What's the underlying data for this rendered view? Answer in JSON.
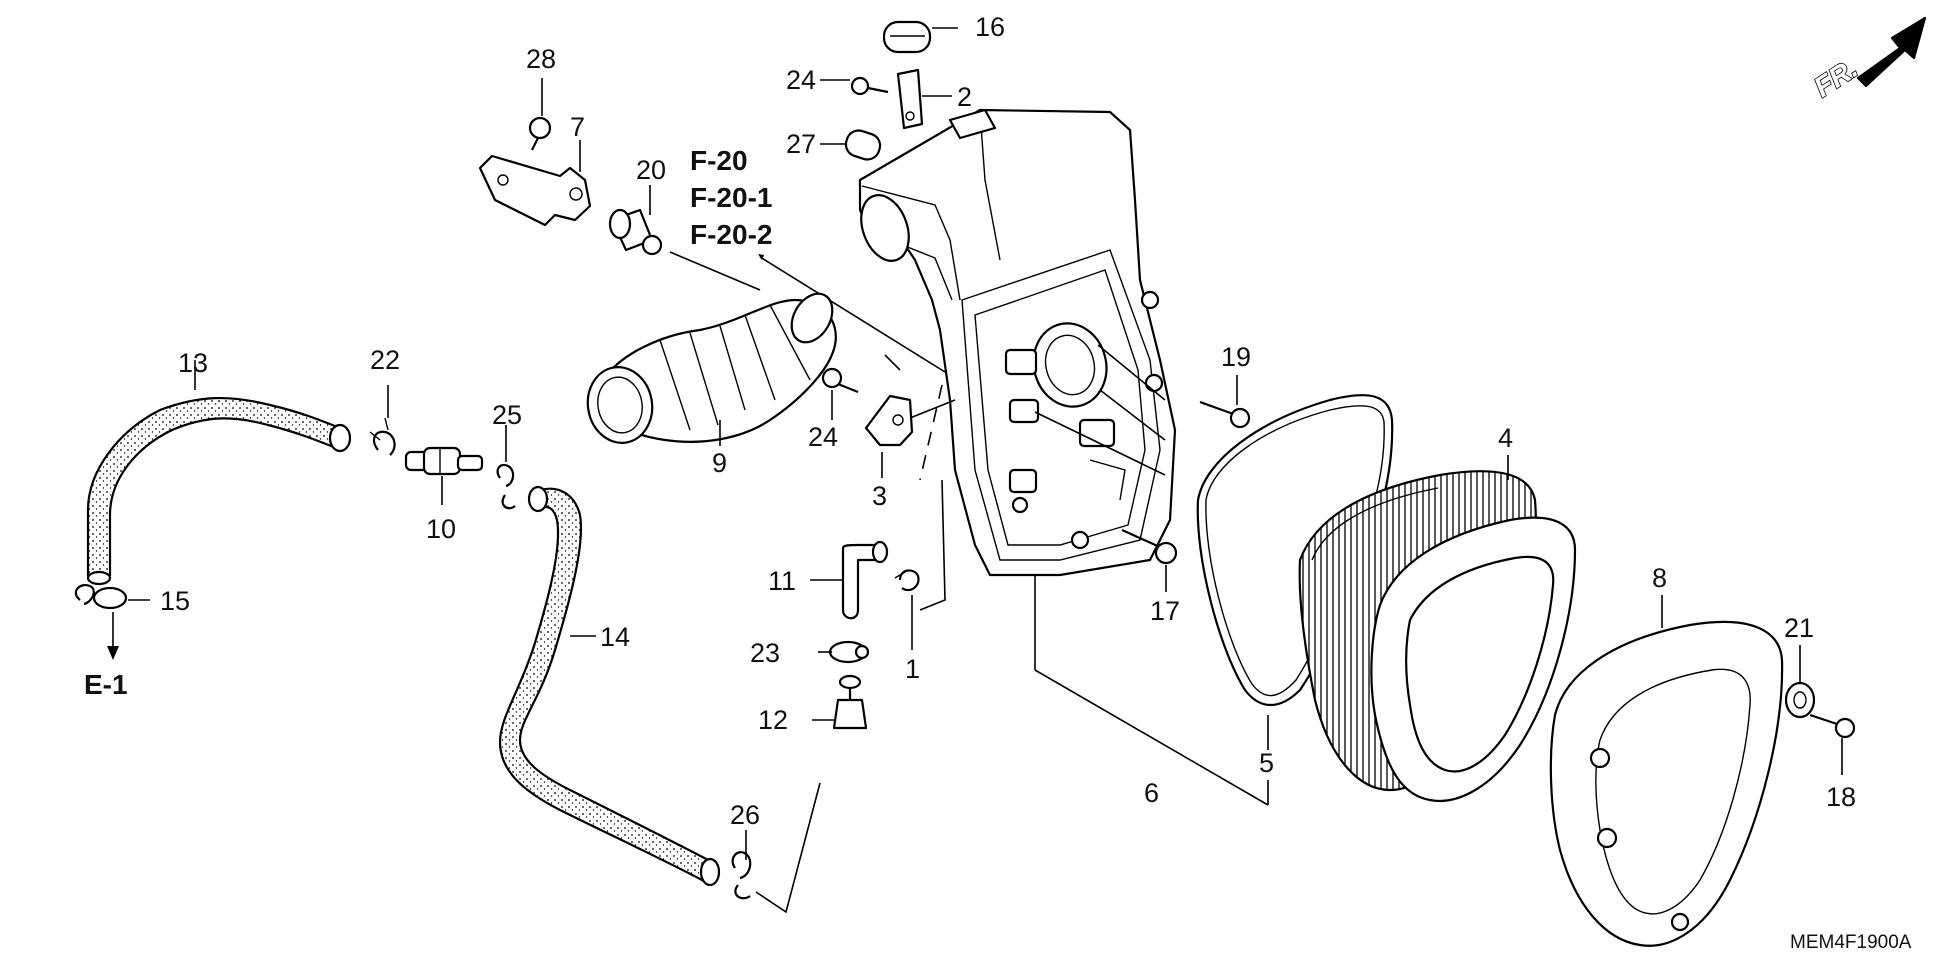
{
  "diagram": {
    "code": "MEM4F1900A",
    "front_marker": "FR.",
    "references": {
      "f20": "F-20",
      "f20_1": "F-20-1",
      "f20_2": "F-20-2",
      "e1": "E-1"
    },
    "callouts": {
      "c1": "1",
      "c2": "2",
      "c3": "3",
      "c4": "4",
      "c5": "5",
      "c6": "6",
      "c7": "7",
      "c8": "8",
      "c9": "9",
      "c10": "10",
      "c11": "11",
      "c12": "12",
      "c13": "13",
      "c14": "14",
      "c15": "15",
      "c16": "16",
      "c17": "17",
      "c18": "18",
      "c19": "19",
      "c20": "20",
      "c21": "21",
      "c22": "22",
      "c23": "23",
      "c24a": "24",
      "c24b": "24",
      "c25": "25",
      "c26": "26",
      "c27": "27",
      "c28": "28"
    }
  }
}
